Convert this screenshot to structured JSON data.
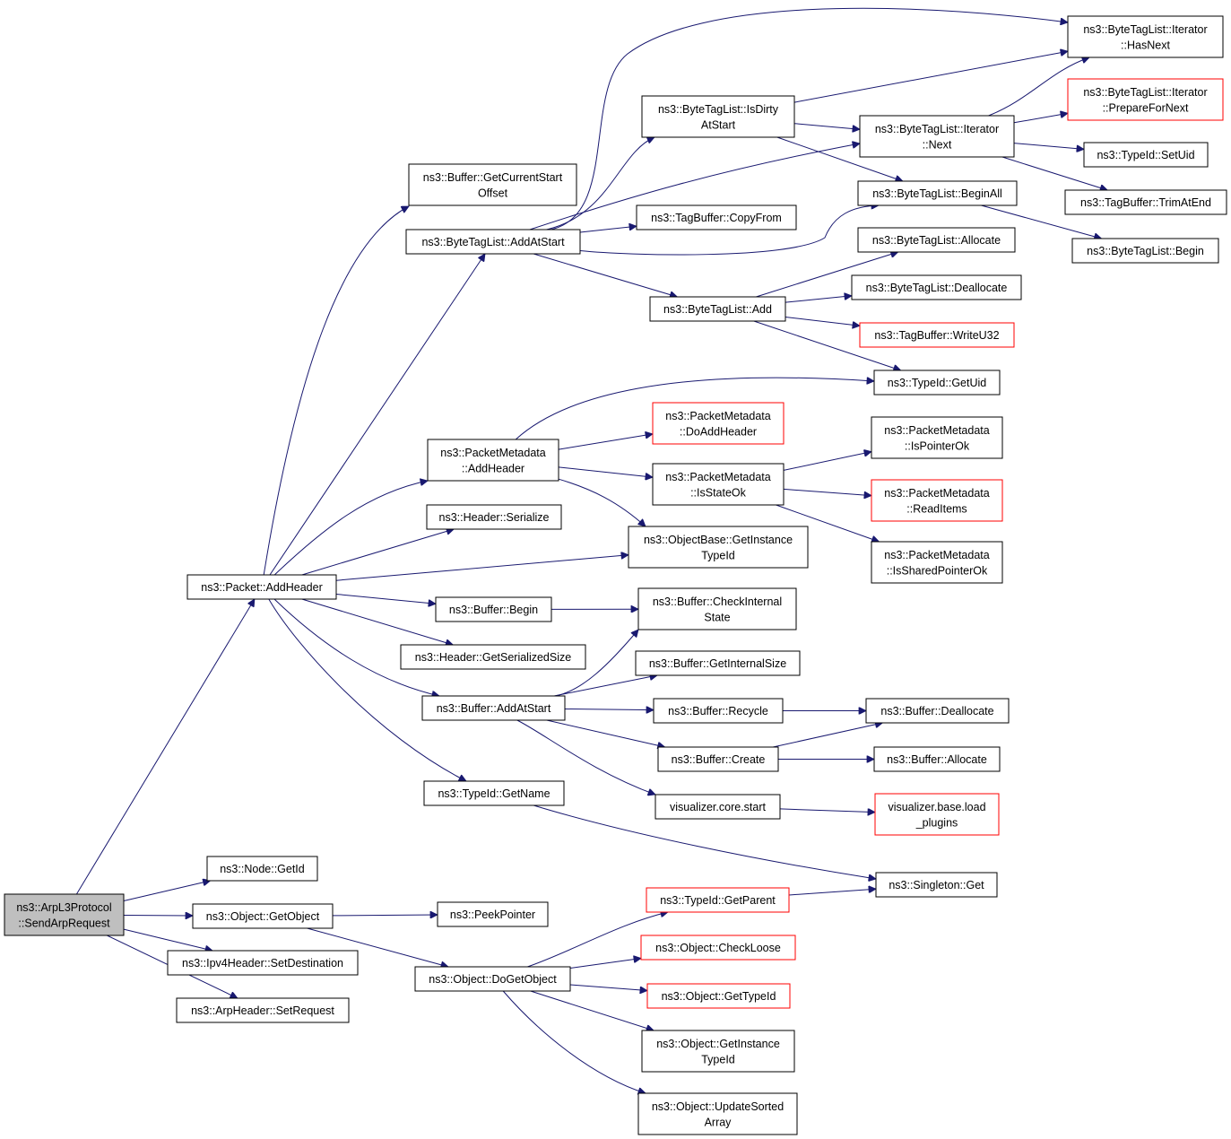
{
  "colors": {
    "edge": "#191970",
    "node_border": "#000000",
    "truncated_border": "#ff0000",
    "root_fill": "#bfbfbf"
  },
  "nodes": {
    "root": [
      "ns3::ArpL3Protocol",
      "::SendArpRequest"
    ],
    "packet_addheader": [
      "ns3::Packet::AddHeader"
    ],
    "node_getid": [
      "ns3::Node::GetId"
    ],
    "object_getobject": [
      "ns3::Object::GetObject"
    ],
    "ipv4_setdest": [
      "ns3::Ipv4Header::SetDestination"
    ],
    "arp_setrequest": [
      "ns3::ArpHeader::SetRequest"
    ],
    "buf_getcurstart": [
      "ns3::Buffer::GetCurrentStart",
      "Offset"
    ],
    "btl_addatstart": [
      "ns3::ByteTagList::AddAtStart"
    ],
    "pm_addheader": [
      "ns3::PacketMetadata",
      "::AddHeader"
    ],
    "header_serialize": [
      "ns3::Header::Serialize"
    ],
    "buf_begin": [
      "ns3::Buffer::Begin"
    ],
    "header_getsersize": [
      "ns3::Header::GetSerializedSize"
    ],
    "buf_addatstart": [
      "ns3::Buffer::AddAtStart"
    ],
    "typeid_getname": [
      "ns3::TypeId::GetName"
    ],
    "btl_isdirty": [
      "ns3::ByteTagList::IsDirty",
      "AtStart"
    ],
    "tb_copyfrom": [
      "ns3::TagBuffer::CopyFrom"
    ],
    "btl_add": [
      "ns3::ByteTagList::Add"
    ],
    "btl_it_hasnext": [
      "ns3::ByteTagList::Iterator",
      "::HasNext"
    ],
    "btl_it_prepare": [
      "ns3::ByteTagList::Iterator",
      "::PrepareForNext"
    ],
    "btl_it_next": [
      "ns3::ByteTagList::Iterator",
      "::Next"
    ],
    "typeid_setuid": [
      "ns3::TypeId::SetUid"
    ],
    "tb_trimatend": [
      "ns3::TagBuffer::TrimAtEnd"
    ],
    "btl_beginall": [
      "ns3::ByteTagList::BeginAll"
    ],
    "btl_begin": [
      "ns3::ByteTagList::Begin"
    ],
    "btl_allocate": [
      "ns3::ByteTagList::Allocate"
    ],
    "btl_deallocate": [
      "ns3::ByteTagList::Deallocate"
    ],
    "tb_writeu32": [
      "ns3::TagBuffer::WriteU32"
    ],
    "typeid_getuid": [
      "ns3::TypeId::GetUid"
    ],
    "pm_doaddheader": [
      "ns3::PacketMetadata",
      "::DoAddHeader"
    ],
    "pm_isstateok": [
      "ns3::PacketMetadata",
      "::IsStateOk"
    ],
    "pm_ispointerok": [
      "ns3::PacketMetadata",
      "::IsPointerOk"
    ],
    "pm_readitems": [
      "ns3::PacketMetadata",
      "::ReadItems"
    ],
    "pm_issharedptrok": [
      "ns3::PacketMetadata",
      "::IsSharedPointerOk"
    ],
    "ob_getinstancetypeid": [
      "ns3::ObjectBase::GetInstance",
      "TypeId"
    ],
    "buf_checkinternal": [
      "ns3::Buffer::CheckInternal",
      "State"
    ],
    "buf_getinternalsize": [
      "ns3::Buffer::GetInternalSize"
    ],
    "buf_recycle": [
      "ns3::Buffer::Recycle"
    ],
    "buf_create": [
      "ns3::Buffer::Create"
    ],
    "vis_core_start": [
      "visualizer.core.start"
    ],
    "buf_deallocate": [
      "ns3::Buffer::Deallocate"
    ],
    "buf_allocate": [
      "ns3::Buffer::Allocate"
    ],
    "vis_base_load": [
      "visualizer.base.load",
      "_plugins"
    ],
    "singleton_get": [
      "ns3::Singleton::Get"
    ],
    "peekpointer": [
      "ns3::PeekPointer"
    ],
    "object_dogetobject": [
      "ns3::Object::DoGetObject"
    ],
    "typeid_getparent": [
      "ns3::TypeId::GetParent"
    ],
    "object_checkloose": [
      "ns3::Object::CheckLoose"
    ],
    "object_gettypeid": [
      "ns3::Object::GetTypeId"
    ],
    "object_getinstancetypeid": [
      "ns3::Object::GetInstance",
      "TypeId"
    ],
    "object_updatesorted": [
      "ns3::Object::UpdateSorted",
      "Array"
    ]
  }
}
